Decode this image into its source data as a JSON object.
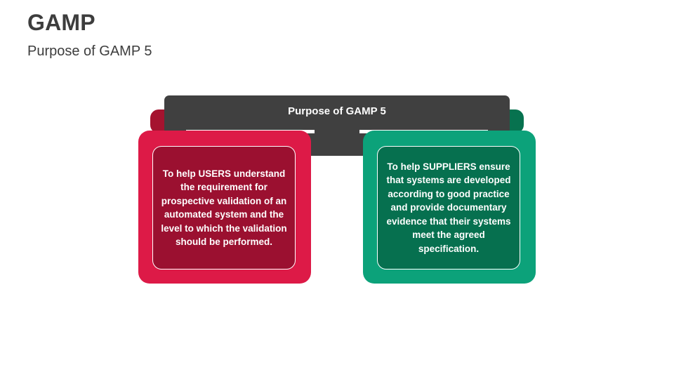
{
  "slide": {
    "title": "GAMP",
    "subtitle": "Purpose of GAMP 5"
  },
  "diagram": {
    "header": "Purpose of GAMP 5",
    "left_box": {
      "text": "To help USERS understand the requirement for prospective validation of an automated system and the level to which the validation should be performed."
    },
    "right_box": {
      "text": "To help SUPPLIERS ensure that systems are developed according to good practice and provide documentary evidence that their systems meet the agreed specification."
    }
  },
  "colors": {
    "header_dark": "#404040",
    "left_accent": "#dd1a47",
    "left_inner": "#9b1030",
    "right_accent": "#0ca27a",
    "right_inner": "#06704f"
  }
}
